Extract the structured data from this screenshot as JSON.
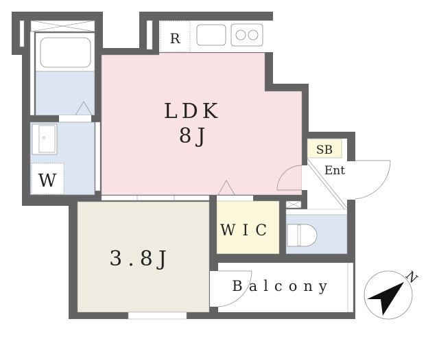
{
  "floorplan": {
    "rooms": {
      "ldk": {
        "name": "LDK",
        "size": "8J"
      },
      "bedroom": {
        "size": "3.8J"
      },
      "wic": {
        "name": "WIC"
      },
      "washroom": {
        "name": "W"
      },
      "fridge": {
        "name": "R"
      },
      "shoe_box": {
        "name": "SB"
      },
      "entrance": {
        "name": "Ent"
      },
      "balcony": {
        "name": "Balcony"
      }
    },
    "compass": {
      "label": "N"
    },
    "colors": {
      "wall": "#636363",
      "ldk": "#f9e2e5",
      "bedroom": "#eeebe1",
      "wic": "#fbf8dc",
      "wet": "#dde5f3",
      "sb": "#fbf8dc"
    }
  }
}
